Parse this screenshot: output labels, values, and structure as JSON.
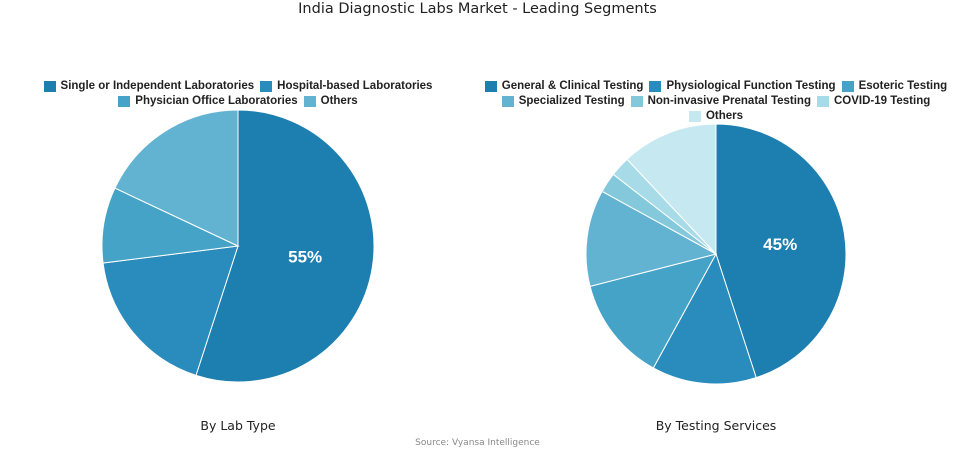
{
  "title": "India Diagnostic Labs Market - Leading Segments",
  "source": "Source: Vyansa Intelligence",
  "chart_data": [
    {
      "type": "pie",
      "subtitle": "By Lab Type",
      "categories": [
        "Single or Independent Laboratories",
        "Hospital-based Laboratories",
        "Physician Office Laboratories",
        "Others"
      ],
      "values": [
        55,
        18,
        9,
        18
      ],
      "colors": [
        "#1d7fb0",
        "#2a8cbd",
        "#46a3c8",
        "#62b2d2"
      ],
      "data_labels": [
        "55%",
        "",
        "",
        ""
      ],
      "legend_position": "top"
    },
    {
      "type": "pie",
      "subtitle": "By Testing Services",
      "categories": [
        "General & Clinical Testing",
        "Physiological Function Testing",
        "Esoteric Testing",
        "Specialized Testing",
        "Non-invasive Prenatal Testing",
        "COVID-19 Testing",
        "Others"
      ],
      "values": [
        45,
        13,
        13,
        12,
        2.5,
        2.5,
        12
      ],
      "colors": [
        "#1d7fb0",
        "#2a8cbd",
        "#46a3c8",
        "#62b2d2",
        "#84c8db",
        "#a8dbe8",
        "#c6e9f1"
      ],
      "data_labels": [
        "45%",
        "",
        "",
        "",
        "",
        "",
        ""
      ],
      "legend_position": "top"
    }
  ]
}
